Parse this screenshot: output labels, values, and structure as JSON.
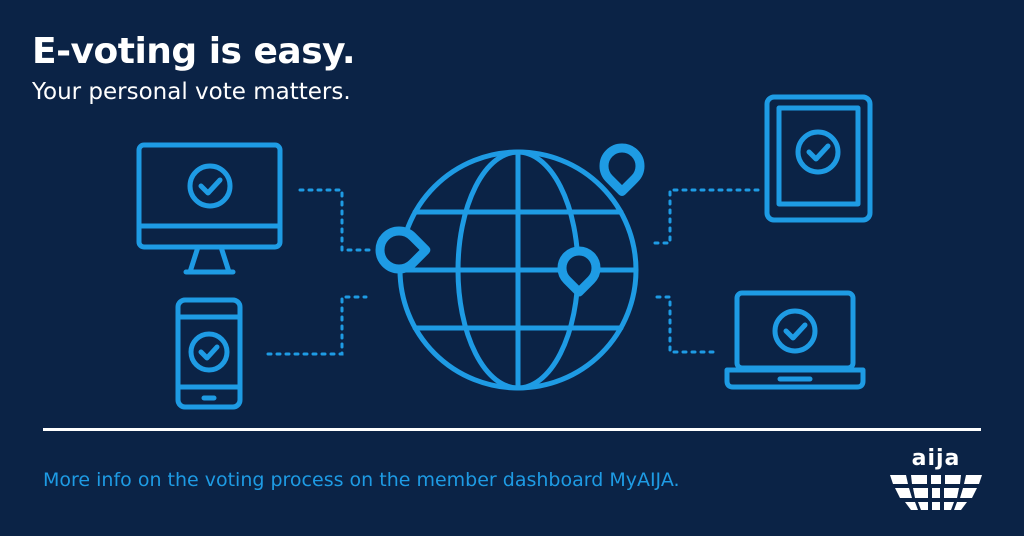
{
  "headline": "E-voting is easy.",
  "subheadline": "Your personal vote matters.",
  "footer": {
    "text": "More info on the voting process on the member dashboard MyAIJA."
  },
  "logo": {
    "text": "aija"
  },
  "colors": {
    "background": "#0b2346",
    "accent": "#1e9be4",
    "text": "#ffffff"
  },
  "icons": [
    "desktop-monitor-icon",
    "smartphone-icon",
    "globe-icon",
    "location-pin-icon",
    "tablet-icon",
    "laptop-icon",
    "checkmark-icon"
  ]
}
